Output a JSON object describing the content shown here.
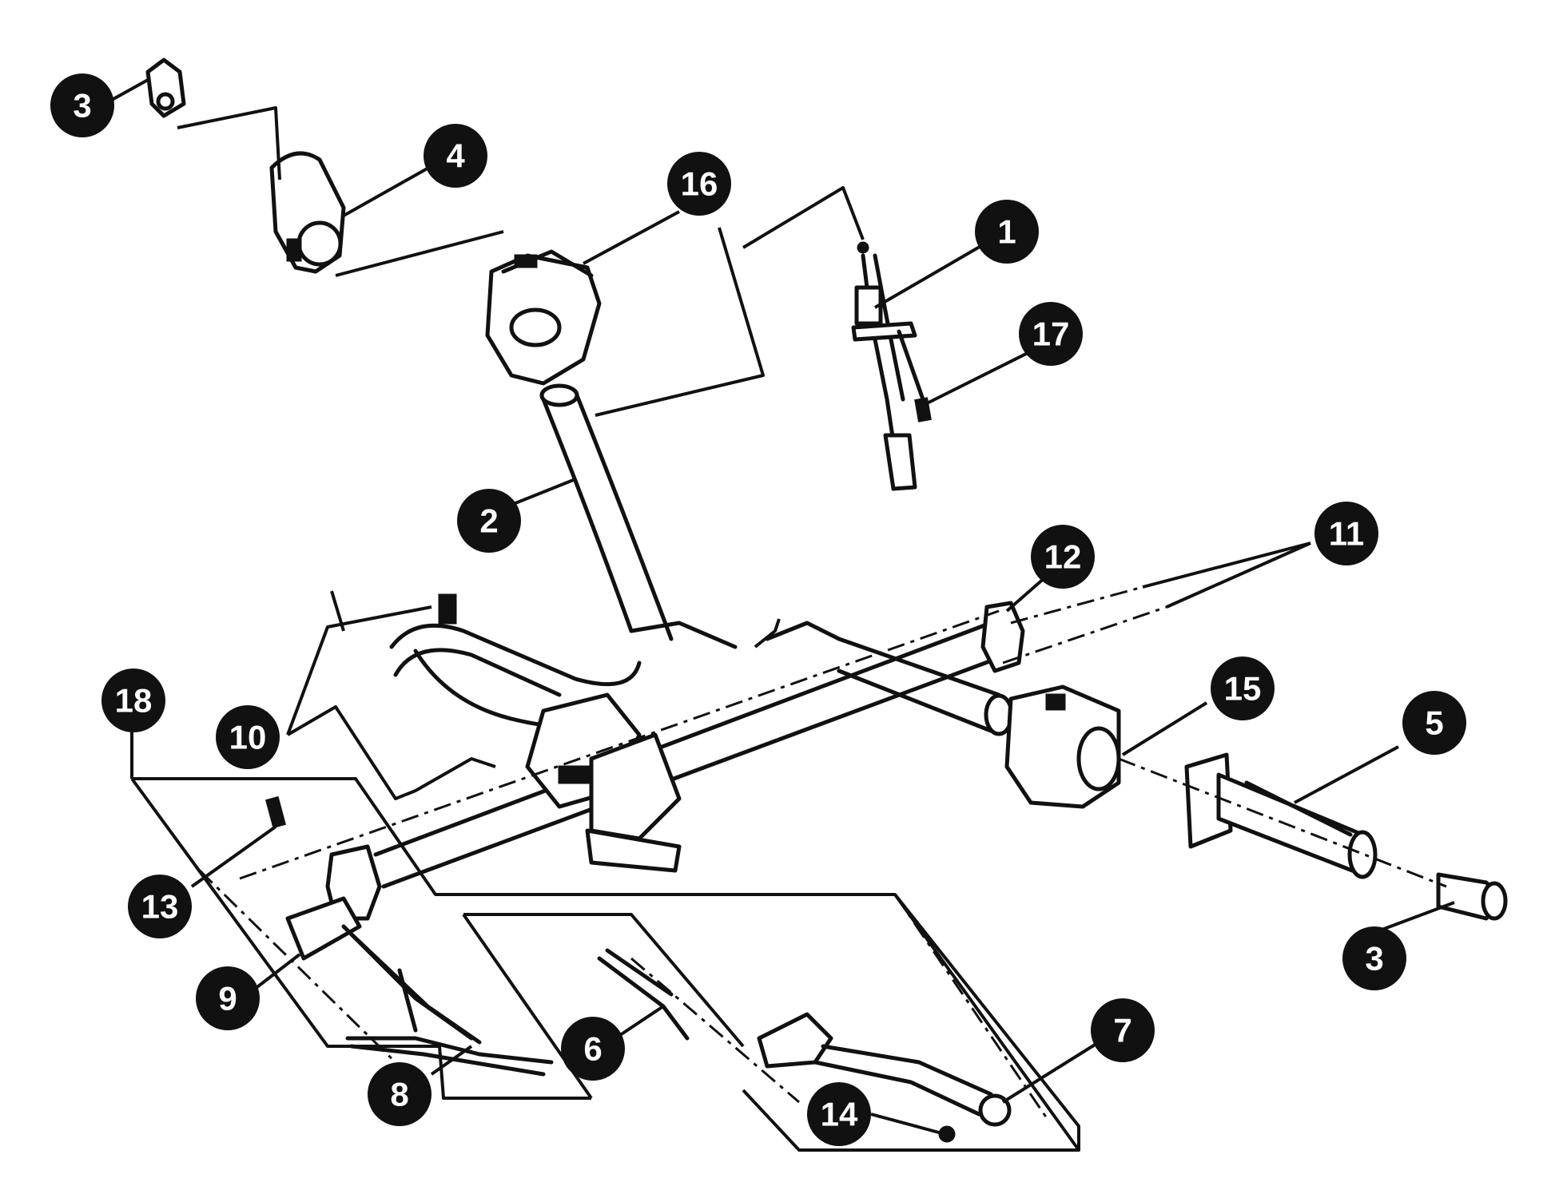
{
  "callouts": [
    {
      "key": "c1",
      "label": "1"
    },
    {
      "key": "c2",
      "label": "2"
    },
    {
      "key": "c3a",
      "label": "3"
    },
    {
      "key": "c3b",
      "label": "3"
    },
    {
      "key": "c4",
      "label": "4"
    },
    {
      "key": "c5",
      "label": "5"
    },
    {
      "key": "c6",
      "label": "6"
    },
    {
      "key": "c7",
      "label": "7"
    },
    {
      "key": "c8",
      "label": "8"
    },
    {
      "key": "c9",
      "label": "9"
    },
    {
      "key": "c10",
      "label": "10"
    },
    {
      "key": "c11",
      "label": "11"
    },
    {
      "key": "c12",
      "label": "12"
    },
    {
      "key": "c13",
      "label": "13"
    },
    {
      "key": "c14",
      "label": "14"
    },
    {
      "key": "c15",
      "label": "15"
    },
    {
      "key": "c16",
      "label": "16"
    },
    {
      "key": "c17",
      "label": "17"
    },
    {
      "key": "c18",
      "label": "18"
    }
  ],
  "colors": {
    "ink": "#111111",
    "paper": "#ffffff"
  }
}
